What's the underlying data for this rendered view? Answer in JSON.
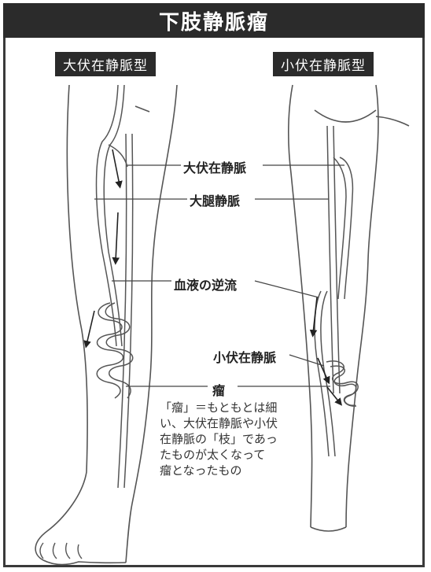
{
  "title": "下肢静脈瘤",
  "tags": {
    "left": "大伏在静脈型",
    "right": "小伏在静脈型"
  },
  "labels": {
    "great_saphenous": "大伏在静脈",
    "femoral": "大腿静脈",
    "reflux": "血液の逆流",
    "small_saphenous": "小伏在静脈",
    "varix": "瘤"
  },
  "note": {
    "lines": [
      "「瘤」＝もともとは細",
      "い、大伏在静脈や小伏",
      "在静脈の「枝」であっ",
      "たものが太くなって",
      "瘤となったもの"
    ]
  },
  "colors": {
    "dark": "#2b2b2b",
    "line": "#444444"
  }
}
